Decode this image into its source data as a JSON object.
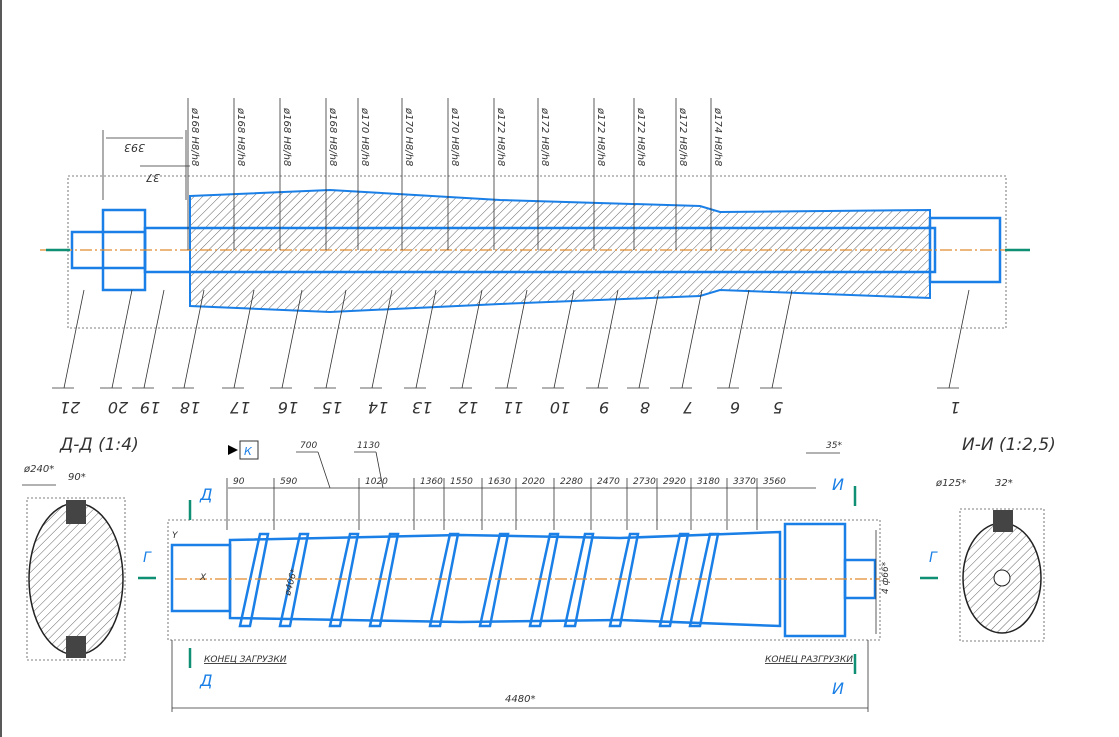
{
  "top_view": {
    "dim_393": "393",
    "dim_37": "37",
    "diameter_callouts": [
      {
        "diameter": "ø168",
        "fit": "H8/h8"
      },
      {
        "diameter": "ø168",
        "fit": "H8/h8"
      },
      {
        "diameter": "ø168",
        "fit": "H8/h8"
      },
      {
        "diameter": "ø168",
        "fit": "H8/h8"
      },
      {
        "diameter": "ø170",
        "fit": "H8/h8"
      },
      {
        "diameter": "ø170",
        "fit": "H8/h8"
      },
      {
        "diameter": "ø170",
        "fit": "H8/h8"
      },
      {
        "diameter": "ø172",
        "fit": "H8/h8"
      },
      {
        "diameter": "ø172",
        "fit": "H8/h8"
      },
      {
        "diameter": "ø172",
        "fit": "H8/h8"
      },
      {
        "diameter": "ø172",
        "fit": "H8/h8"
      },
      {
        "diameter": "ø172",
        "fit": "H8/h8"
      },
      {
        "diameter": "ø174",
        "fit": "H8/h8"
      }
    ],
    "part_numbers": [
      "21",
      "20",
      "19",
      "18",
      "17",
      "16",
      "15",
      "14",
      "13",
      "12",
      "11",
      "10",
      "9",
      "8",
      "7",
      "6",
      "5",
      "1"
    ]
  },
  "section_d": {
    "title": "Д-Д (1:4)",
    "diameter": "ø240*",
    "key_width": "90*"
  },
  "section_i": {
    "title": "И-И (1:2,5)",
    "diameter": "ø125*",
    "key_width": "32*"
  },
  "front_view": {
    "view_marker": "К",
    "dims_top": [
      "700",
      "1130",
      "35*"
    ],
    "dims_chain": [
      "90",
      "590",
      "1020",
      "1360",
      "1550",
      "1630",
      "2020",
      "2280",
      "2470",
      "2730",
      "2920",
      "3180",
      "3370",
      "3560"
    ],
    "flight_diameter": "ø406*",
    "end_diameter": "4 ф66*",
    "overall_length": "4480*",
    "load_end_label": "КОНЕЦ ЗАГРУЗКИ",
    "unload_end_label": "КОНЕЦ РАЗГРУЗКИ",
    "section_letters": {
      "d": "Д",
      "i": "И",
      "g": "Г",
      "x": "X",
      "y": "Y"
    }
  },
  "colors": {
    "part": "#1a7fe6",
    "axis": "#e08a2e",
    "section_mark": "#0f8f74"
  }
}
